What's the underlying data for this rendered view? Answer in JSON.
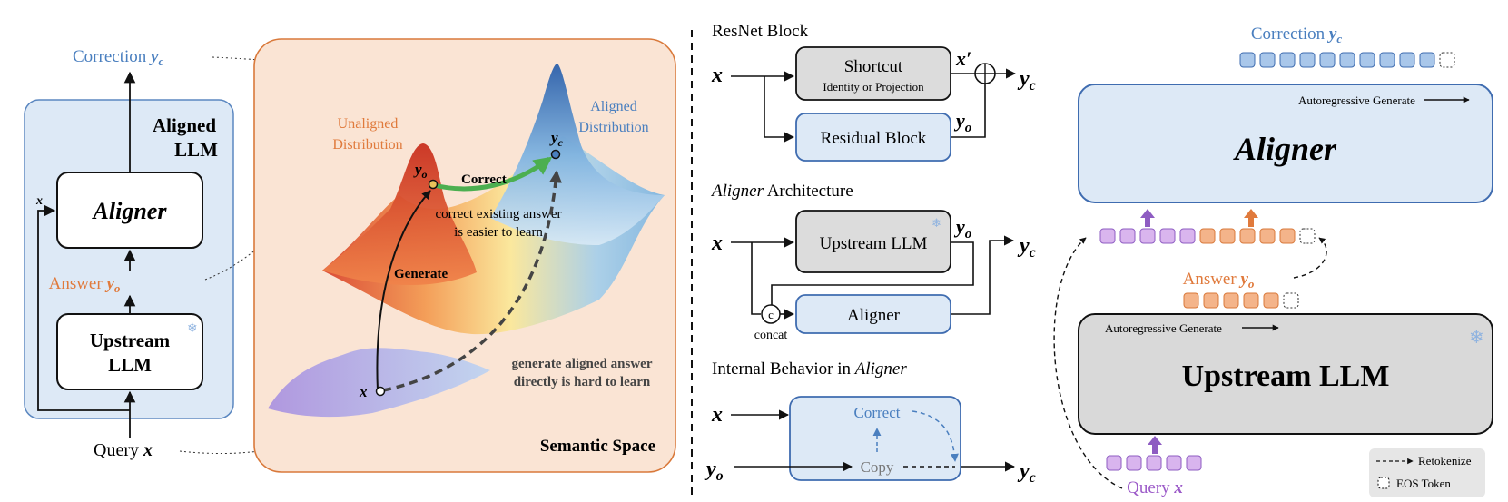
{
  "panel_a": {
    "correction_label": "Correction",
    "correction_var": "y",
    "correction_sub": "c",
    "aligned_llm_line1": "Aligned",
    "aligned_llm_line2": "LLM",
    "aligner_label": "Aligner",
    "x_label": "x",
    "answer_label": "Answer",
    "answer_var": "y",
    "answer_sub": "o",
    "upstream_line1": "Upstream",
    "upstream_line2": "LLM",
    "query_label": "Query",
    "query_var": "x"
  },
  "semantic_space": {
    "title": "Semantic Space",
    "unaligned_line1": "Unaligned",
    "unaligned_line2": "Distribution",
    "aligned_line1": "Aligned",
    "aligned_line2": "Distribution",
    "correct_label": "Correct",
    "correct_note_line1": "correct existing answer",
    "correct_note_line2": "is easier to learn",
    "generate_label": "Generate",
    "hard_note_line1": "generate aligned answer",
    "hard_note_line2": "directly is hard to learn",
    "x_var": "x",
    "yo_var": "y",
    "yo_sub": "o",
    "yc_var": "y",
    "yc_sub": "c"
  },
  "resnet": {
    "title": "ResNet Block",
    "shortcut_line1": "Shortcut",
    "shortcut_line2": "Identity or Projection",
    "residual_label": "Residual Block",
    "x_var": "x",
    "xprime": "x′",
    "yo_var": "y",
    "yo_sub": "o",
    "yc_var": "y",
    "yc_sub": "c"
  },
  "aligner_arch": {
    "title_italic": "Aligner",
    "title_rest": " Architecture",
    "upstream_label": "Upstream LLM",
    "aligner_label": "Aligner",
    "concat_symbol": "c",
    "concat_label": "concat",
    "x_var": "x",
    "yo_var": "y",
    "yo_sub": "o",
    "yc_var": "y",
    "yc_sub": "c"
  },
  "internal": {
    "title_rest": "Internal Behavior in ",
    "title_italic": "Aligner",
    "correct_label": "Correct",
    "copy_label": "Copy",
    "x_var": "x",
    "yo_var": "y",
    "yo_sub": "o",
    "yc_var": "y",
    "yc_sub": "c"
  },
  "panel_d": {
    "correction_label": "Correction",
    "correction_var": "y",
    "correction_sub": "c",
    "autoregressive_top": "Autoregressive Generate",
    "aligner_label": "Aligner",
    "answer_label": "Answer",
    "answer_var": "y",
    "answer_sub": "o",
    "autoregressive_bottom": "Autoregressive Generate",
    "upstream_label": "Upstream LLM",
    "query_label": "Query",
    "query_var": "x",
    "legend_retokenize": "Retokenize",
    "legend_eos": "EOS Token"
  },
  "colors": {
    "blue_text": "#4a7fbf",
    "orange_text": "#e07a3c",
    "purple_text": "#9b59c8",
    "token_blue": "#a9c7ea",
    "token_purple": "#d9b5ee",
    "token_orange": "#f4b48a",
    "panel_blue": "#dde9f6",
    "panel_orange": "#fae4d4",
    "upstream_gray": "#d9d9d9",
    "arrow_purple": "#8e5cc2",
    "arrow_orange": "#e07a3c"
  }
}
